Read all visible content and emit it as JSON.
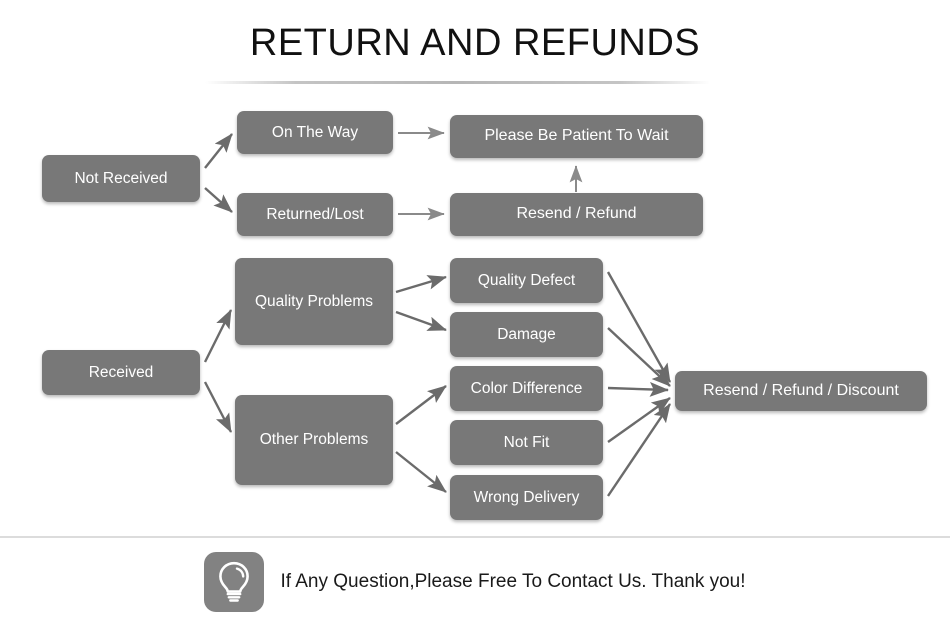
{
  "header": {
    "title": "RETURN AND REFUNDS"
  },
  "colors": {
    "node_fill": "#787878",
    "node_text": "#ffffff",
    "page_background": "#ffffff",
    "arrow": "#6b6b6b",
    "divider": "#dcdcdc",
    "title_text": "#111111",
    "icon_tile": "#828282"
  },
  "flow": {
    "branches": [
      {
        "id": "not-received",
        "root_label": "Not Received",
        "stages": [
          {
            "id": "on-the-way",
            "label": "On The Way"
          },
          {
            "id": "returned-lost",
            "label": "Returned/Lost"
          }
        ],
        "outcomes": [
          {
            "id": "please-be-patient-to-wait",
            "label": "Please Be Patient To Wait"
          },
          {
            "id": "resend-refund",
            "label": "Resend / Refund"
          }
        ]
      },
      {
        "id": "received",
        "root_label": "Received",
        "stages": [
          {
            "id": "quality-problems",
            "label": "Quality Problems"
          },
          {
            "id": "other-problems",
            "label": "Other Problems"
          }
        ],
        "reasons": [
          {
            "id": "quality-defect",
            "label": "Quality Defect"
          },
          {
            "id": "damage",
            "label": "Damage"
          },
          {
            "id": "color-difference",
            "label": "Color Difference"
          },
          {
            "id": "not-fit",
            "label": "Not Fit"
          },
          {
            "id": "wrong-delivery",
            "label": "Wrong Delivery"
          }
        ],
        "outcomes": [
          {
            "id": "resend-refund-discount",
            "label": "Resend / Refund / Discount"
          }
        ]
      }
    ]
  },
  "footer": {
    "icon": "lightbulb-icon",
    "message": "If Any Question,Please Free To Contact Us. Thank you!"
  }
}
